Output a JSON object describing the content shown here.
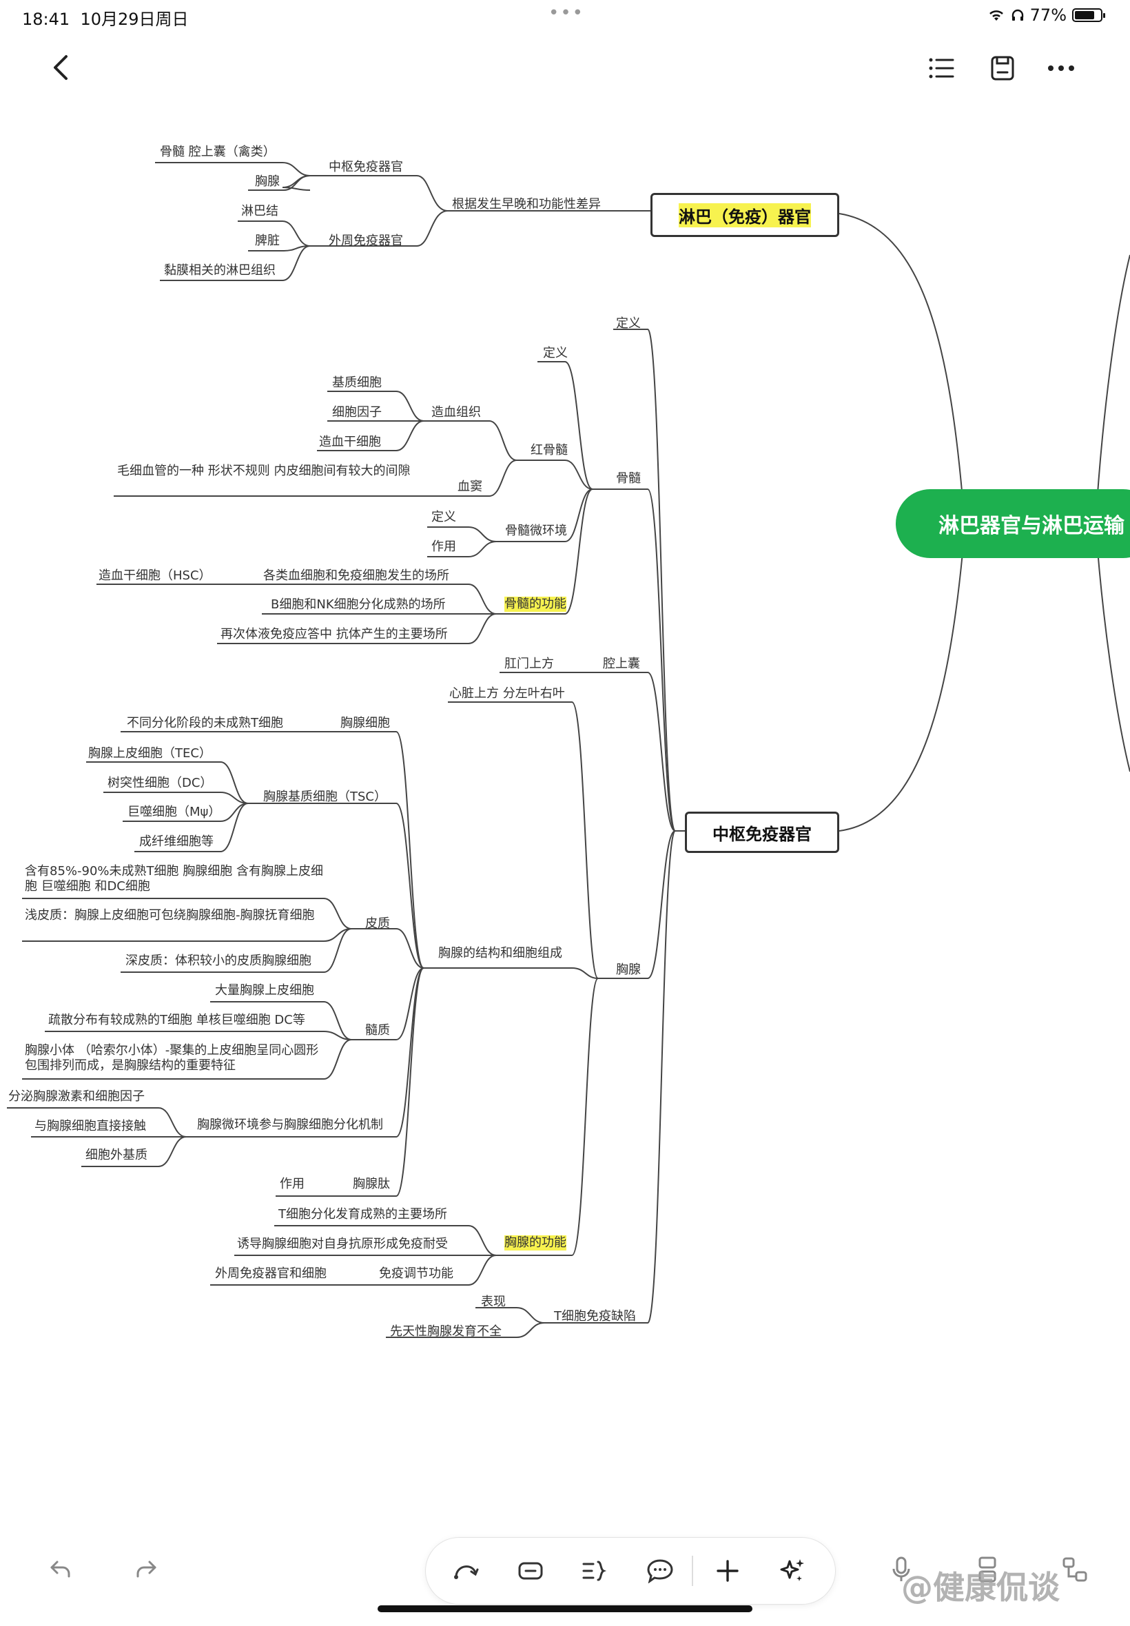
{
  "status_bar": {
    "time": "18:41",
    "date": "10月29日周日",
    "battery": "77%",
    "battery_level": 0.77
  },
  "toolbar_top": {
    "back_icon": "chevron-left-icon",
    "outline_icon": "list-icon",
    "save_icon": "save-icon",
    "more_icon": "more-icon"
  },
  "root": "淋巴器官与淋巴运输",
  "lymph_organs": {
    "title": "淋巴（免疫）器官",
    "branch": "根据发生早晚和功能性差异",
    "central": "中枢免疫器官",
    "central_items": [
      "骨髓 腔上囊（禽类）",
      "胸腺"
    ],
    "peripheral": "外周免疫器官",
    "peripheral_items": [
      "淋巴结",
      "脾脏",
      "黏膜相关的淋巴组织"
    ]
  },
  "central_organ": {
    "title": "中枢免疫器官",
    "definition": "定义",
    "bone_marrow": {
      "label": "骨髓",
      "definition": "定义",
      "red_marrow": "红骨髓",
      "hematopoietic_tissue": "造血组织",
      "tissue_items": [
        "基质细胞",
        "细胞因子",
        "造血干细胞"
      ],
      "sinus": "血窦",
      "sinus_desc": "毛细血管的一种 形状不规则 内皮细胞间有较大的间隙",
      "microenv": "骨髓微环境",
      "microenv_items": [
        "定义",
        "作用"
      ],
      "function": "骨髓的功能",
      "function_items": [
        "各类血细胞和免疫细胞发生的场所",
        "B细胞和NK细胞分化成熟的场所",
        "再次体液免疫应答中 抗体产生的主要场所"
      ],
      "hsc": "造血干细胞（HSC）"
    },
    "bursa": {
      "label": "腔上囊",
      "position": "肛门上方"
    },
    "thymus": {
      "label": "胸腺",
      "position": "心脏上方 分左叶右叶",
      "structure": "胸腺的结构和细胞组成",
      "thymocytes": "胸腺细胞",
      "thymocytes_desc": "不同分化阶段的未成熟T细胞",
      "stromal": "胸腺基质细胞（TSC）",
      "stromal_items": [
        "胸腺上皮细胞（TEC）",
        "树突性细胞（DC）",
        "巨噬细胞（Mψ）",
        "成纤维细胞等"
      ],
      "cortex": "皮质",
      "cortex_items": [
        "含有85%-90%未成熟T细胞 胸腺细胞 含有胸腺上皮细胞 巨噬细胞 和DC细胞",
        "浅皮质：胸腺上皮细胞可包绕胸腺细胞-胸腺抚育细胞",
        "深皮质：体积较小的皮质胸腺细胞"
      ],
      "medulla": "髓质",
      "medulla_items": [
        "大量胸腺上皮细胞",
        "疏散分布有较成熟的T细胞 单核巨噬细胞 DC等",
        "胸腺小体 （哈索尔小体）-聚集的上皮细胞呈同心圆形包围排列而成，是胸腺结构的重要特征"
      ],
      "micro": "胸腺微环境参与胸腺细胞分化机制",
      "micro_items": [
        "分泌胸腺激素和细胞因子",
        "与胸腺细胞直接接触",
        "细胞外基质"
      ],
      "peptide": "胸腺肽",
      "peptide_role": "作用",
      "function": "胸腺的功能",
      "function_items": [
        "T细胞分化发育成熟的主要场所",
        "诱导胸腺细胞对自身抗原形成免疫耐受"
      ],
      "immunoregulation": "免疫调节功能",
      "immunoregulation_desc": "外周免疫器官和细胞"
    },
    "t_deficiency": {
      "label": "T细胞免疫缺陷",
      "items": [
        "表现",
        "先天性胸腺发育不全"
      ]
    }
  },
  "bottom_toolbar": {
    "undo": "undo-icon",
    "redo": "redo-icon",
    "watermark": "@健康侃谈"
  },
  "colors": {
    "root_green": "#1db04f",
    "highlight": "#f7f24f"
  }
}
